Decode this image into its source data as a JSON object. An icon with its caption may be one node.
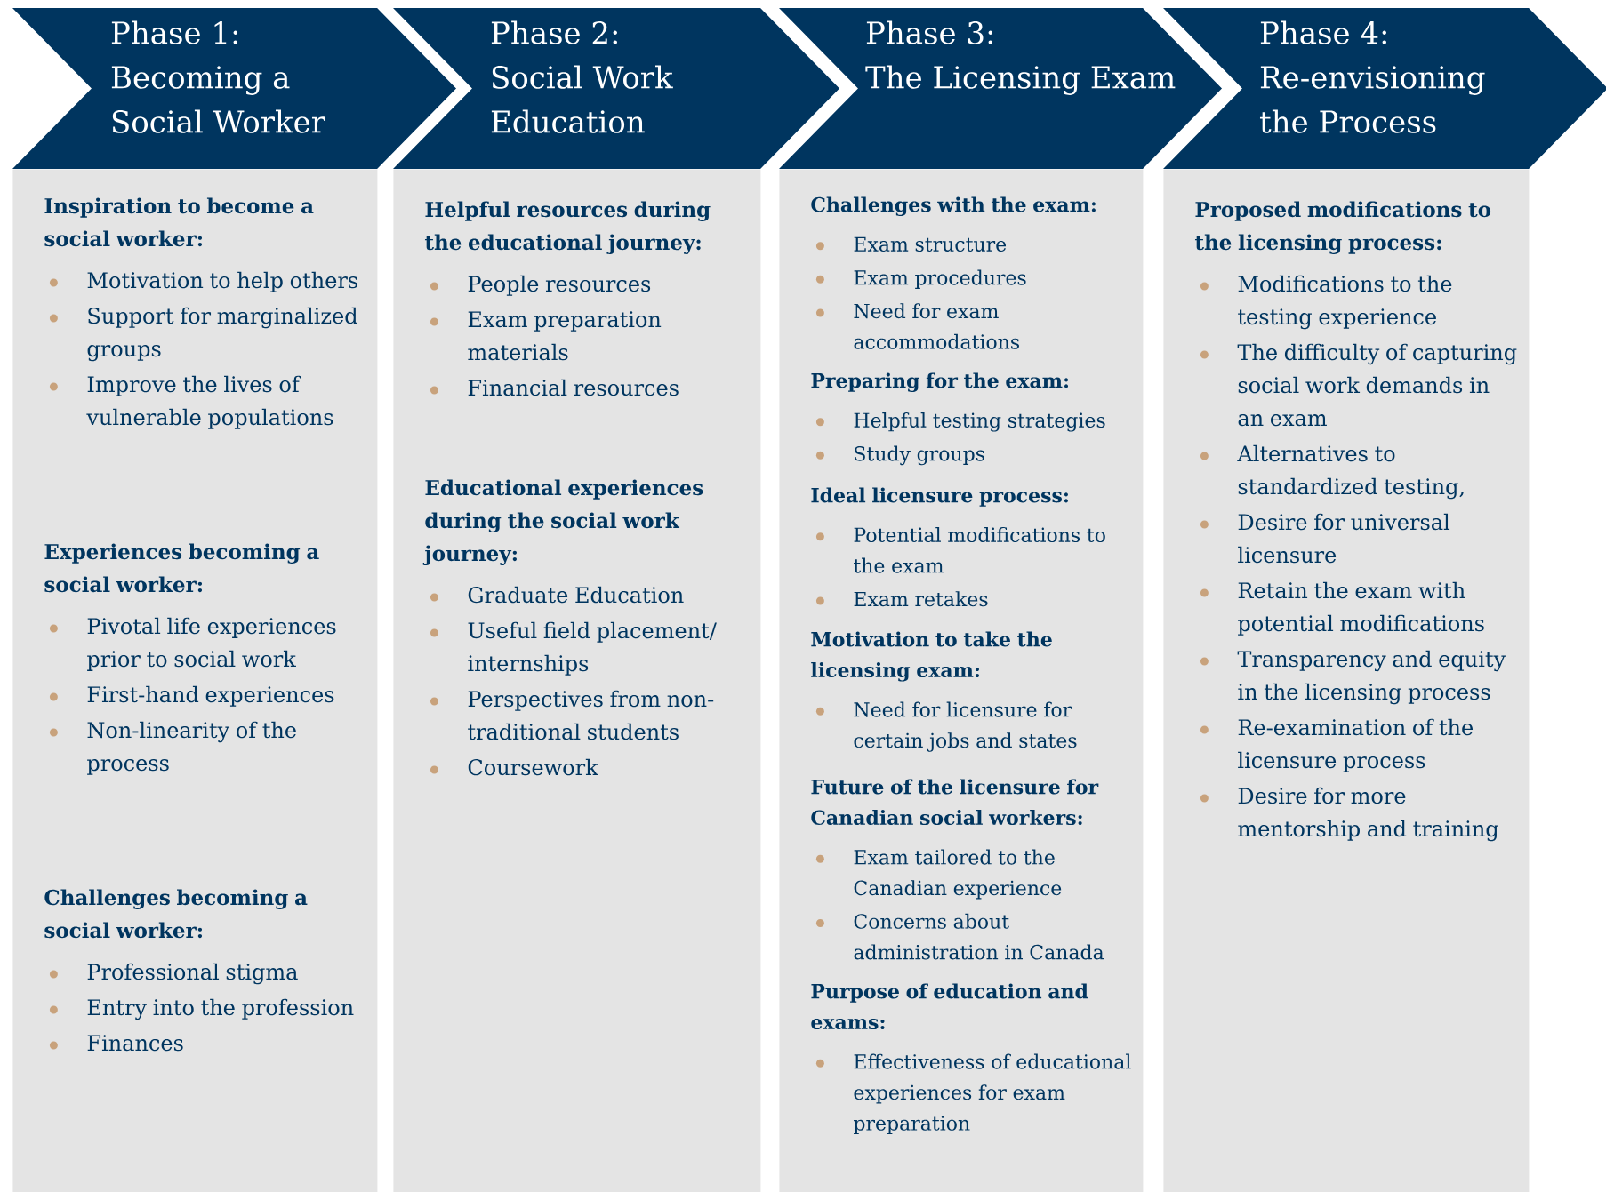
{
  "diagram": {
    "nodes": [
      {
        "text": [
          "Phase 1:",
          "Becoming a Social Worker"
        ]
      },
      {
        "text": [
          "Phase 2:",
          "Social Work Education"
        ]
      },
      {
        "text": [
          "Phase 3:",
          "The Licensing Exam"
        ]
      },
      {
        "text": [
          "Phase 4:",
          "Re-envisioning the Process"
        ]
      },
      {
        "text": [],
        "shape": "box"
      },
      {
        "text": [],
        "shape": "box"
      },
      {
        "text": [],
        "shape": "box"
      },
      {
        "text": [],
        "shape": "box"
      },
      {
        "text": [
          "Inspiration to become a social worker:",
          "Motivation to help others",
          "Support for marginalized groups",
          "Improve the lives of vulnerable populations"
        ],
        "in": 4
      },
      {
        "text": [
          "Experiences becoming a social worker:",
          "Pivotal life experiences prior to social work",
          "First-hand experiences",
          "Non-linearity of the process"
        ],
        "in": 4
      },
      {
        "text": [
          "Challenges becoming a social worker:",
          "Professional stigma",
          "Entry into the profession",
          "Finances"
        ],
        "in": 4
      },
      {
        "text": [
          "Helpful resources during the educational journey:",
          "People resources",
          "Exam preparation materials",
          "Financial resources"
        ],
        "in": 5
      },
      {
        "text": [
          "Educational experiences during the social work journey:",
          "Graduate Education",
          "Useful field placement/ internships",
          "Perspectives from non-traditional students",
          "Coursework"
        ],
        "in": 5
      },
      {
        "text": [
          "Challenges with the exam:",
          "Exam structure",
          "Exam procedures",
          "Need for exam accommodations"
        ],
        "in": 6
      },
      {
        "text": [
          "Preparing for the exam:",
          "Helpful testing strategies",
          "Study groups"
        ],
        "in": 6
      },
      {
        "text": [
          "Ideal licensure process:",
          "Potential modifications to the exam",
          "Exam retakes"
        ],
        "in": 6
      },
      {
        "text": [
          "Motivation to take the licensing exam:",
          "Need for licensure for certain jobs and states"
        ],
        "in": 6
      },
      {
        "text": [
          "Future of the licensure for Canadian social workers:",
          "Exam tailored to the Canadian experience",
          "Concerns about administration in Canada"
        ],
        "in": 6
      },
      {
        "text": [
          "Purpose of education and exams:",
          "Effectiveness of educational experiences for exam preparation"
        ],
        "in": 6
      },
      {
        "text": [
          "Proposed modifications to the licensing process:",
          "Modifications to the testing experience",
          "The difficulty of capturing social work demands in an exam",
          "Alternatives to standardized testing,",
          "Desire for universal licensure",
          "Retain the exam with potential modifications",
          "Transparency and equity in the licensing process",
          "Re-examination of the licensure process",
          "Desire for more mentorship and training"
        ],
        "in": 7
      }
    ]
  }
}
